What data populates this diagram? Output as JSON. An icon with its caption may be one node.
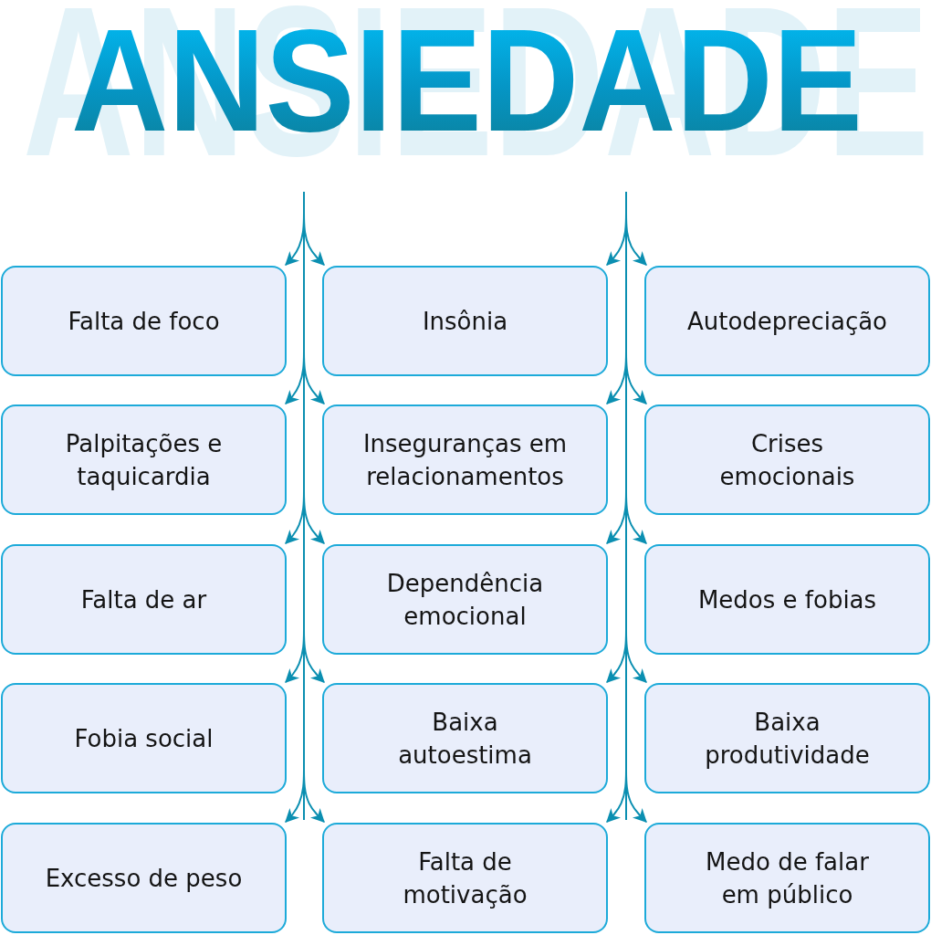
{
  "diagram": {
    "title": "ANSIEDADE",
    "nodes": [
      {
        "text": [
          "Falta de foco"
        ]
      },
      {
        "text": [
          "Insônia"
        ]
      },
      {
        "text": [
          "Autodepreciação"
        ]
      },
      {
        "text": [
          "Palpitações e taquicardia"
        ]
      },
      {
        "text": [
          "Inseguranças em relacionamentos"
        ]
      },
      {
        "text": [
          "Crises emocionais"
        ]
      },
      {
        "text": [
          "Falta de ar"
        ]
      },
      {
        "text": [
          "Dependência emocional"
        ]
      },
      {
        "text": [
          "Medos e fobias"
        ]
      },
      {
        "text": [
          "Fobia social"
        ]
      },
      {
        "text": [
          "Baixa autoestima"
        ]
      },
      {
        "text": [
          "Baixa produtividade"
        ]
      },
      {
        "text": [
          "Excesso de peso"
        ]
      },
      {
        "text": [
          "Falta de motivação"
        ]
      },
      {
        "text": [
          "Medo de falar em público"
        ]
      }
    ],
    "edges": [
      {
        "from": null,
        "to": 0,
        "arrow": "to"
      },
      {
        "from": null,
        "to": 1,
        "arrow": "to"
      },
      {
        "from": null,
        "to": 1,
        "arrow": "to"
      },
      {
        "from": null,
        "to": 2,
        "arrow": "to"
      },
      {
        "from": null,
        "to": 3,
        "arrow": "to"
      },
      {
        "from": null,
        "to": 4,
        "arrow": "to"
      },
      {
        "from": null,
        "to": 4,
        "arrow": "to"
      },
      {
        "from": null,
        "to": 5,
        "arrow": "to"
      },
      {
        "from": null,
        "to": 6,
        "arrow": "to"
      },
      {
        "from": null,
        "to": 7,
        "arrow": "to"
      },
      {
        "from": null,
        "to": 7,
        "arrow": "to"
      },
      {
        "from": null,
        "to": 8,
        "arrow": "to"
      },
      {
        "from": null,
        "to": 9,
        "arrow": "to"
      },
      {
        "from": null,
        "to": 10,
        "arrow": "to"
      },
      {
        "from": null,
        "to": 10,
        "arrow": "to"
      },
      {
        "from": null,
        "to": 11,
        "arrow": "to"
      },
      {
        "from": null,
        "to": 12,
        "arrow": "to"
      },
      {
        "from": null,
        "to": 13,
        "arrow": "to"
      },
      {
        "from": null,
        "to": 13,
        "arrow": "to"
      },
      {
        "from": null,
        "to": 14,
        "arrow": "to"
      }
    ],
    "labels": [
      "ANSIEDADE"
    ]
  }
}
